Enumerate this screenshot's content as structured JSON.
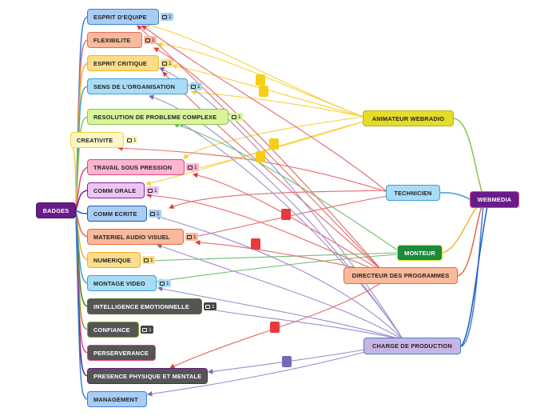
{
  "colors": {
    "yellow_line": "#f5d33a",
    "red_line": "#e36a6a",
    "purple_line": "#9a8ecc",
    "green_line": "#6bbf6b",
    "blue_line": "#3b7fd6"
  },
  "nodes": {
    "badges": "BADGES",
    "webmedia": "WEBMEDIA",
    "animateur": "ANIMATEUR WEBRADIO",
    "technicien": "TECHNICIEN",
    "monteur": "MONTEUR",
    "directeur": "DIRECTEUR DES PROGRAMMES",
    "charge": "CHARGE DE PRODUCTION",
    "esprit_equipe": "ESPRIT D'EQUIPE",
    "flexibilite": "FLEXIBILITE",
    "esprit_critique": "ESPRIT CRITIQUE",
    "sens_organisation": "SENS DE L'ORGANISATION",
    "resolution": "RESOLUTION DE PROBLEME COMPLEXE",
    "creativite": "CREATIVITE",
    "travail_pression": "TRAVAIL SOUS PRESSION",
    "comm_orale": "COMM ORALE",
    "comm_ecrite": "COMM ECRITE",
    "materiel_audio": "MATERIEL AUDIO VISUEL",
    "numerique": "NUMERIQUE",
    "montage_video": "MONTAGE VIDEO",
    "intelligence": "INTELLIGENCE EMOTIONNELLE",
    "confiance": "CONFIANCE",
    "perseverance": "PERSERVERANCE",
    "presence": "PRESENCE PHYSIQUE ET MENTALE",
    "management": "MANAGEMENT"
  },
  "badge_count": "1"
}
